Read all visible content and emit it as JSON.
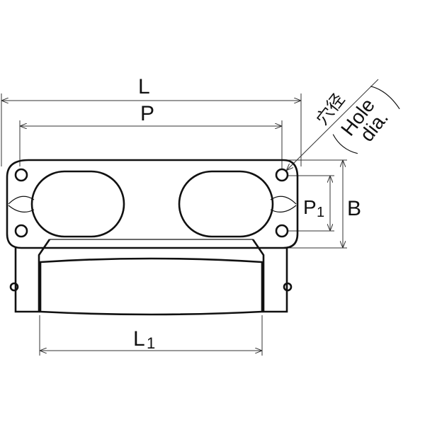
{
  "labels": {
    "L": "L",
    "P": "P",
    "L1_main": "L",
    "L1_sub": "1",
    "P1_main": "P",
    "P1_sub": "1",
    "B": "B",
    "hole_jp": "穴径",
    "hole_en_1": "Hole",
    "hole_en_2": "dia."
  }
}
